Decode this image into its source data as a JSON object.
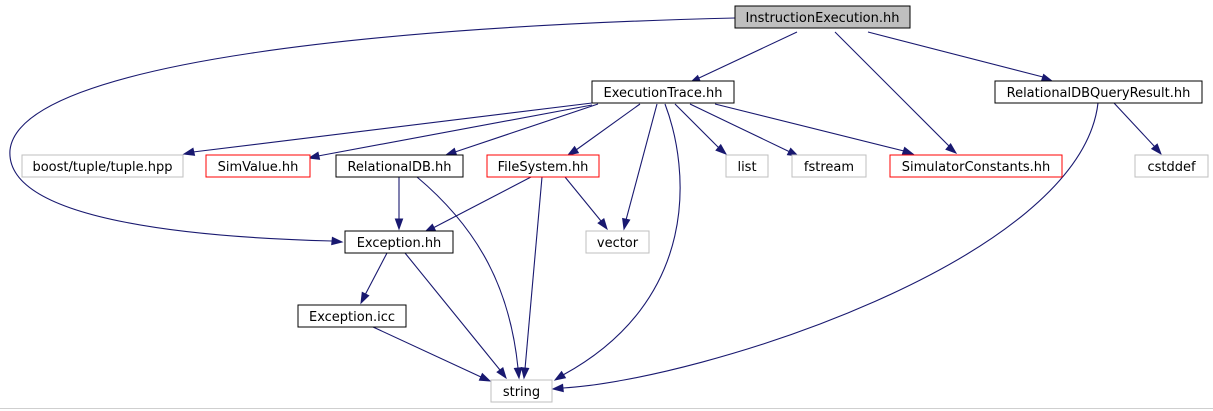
{
  "diagram": {
    "colors": {
      "edge": "#191970",
      "documented_border": "#000000",
      "undocumented_border": "#bfbfbf",
      "truncated_border": "#ff0000",
      "root_fill": "#bfbfbf"
    },
    "nodes": {
      "instruction_execution": {
        "label": "InstructionExecution.hh",
        "kind": "root"
      },
      "execution_trace": {
        "label": "ExecutionTrace.hh",
        "kind": "documented"
      },
      "relational_db_query_result": {
        "label": "RelationalDBQueryResult.hh",
        "kind": "documented"
      },
      "boost_tuple": {
        "label": "boost/tuple/tuple.hpp",
        "kind": "undocumented"
      },
      "sim_value": {
        "label": "SimValue.hh",
        "kind": "truncated"
      },
      "relational_db": {
        "label": "RelationalDB.hh",
        "kind": "documented"
      },
      "file_system": {
        "label": "FileSystem.hh",
        "kind": "truncated"
      },
      "list": {
        "label": "list",
        "kind": "undocumented"
      },
      "fstream": {
        "label": "fstream",
        "kind": "undocumented"
      },
      "simulator_constants": {
        "label": "SimulatorConstants.hh",
        "kind": "truncated"
      },
      "cstddef": {
        "label": "cstddef",
        "kind": "undocumented"
      },
      "exception_hh": {
        "label": "Exception.hh",
        "kind": "documented"
      },
      "vector": {
        "label": "vector",
        "kind": "undocumented"
      },
      "exception_icc": {
        "label": "Exception.icc",
        "kind": "documented"
      },
      "string": {
        "label": "string",
        "kind": "undocumented"
      }
    }
  }
}
